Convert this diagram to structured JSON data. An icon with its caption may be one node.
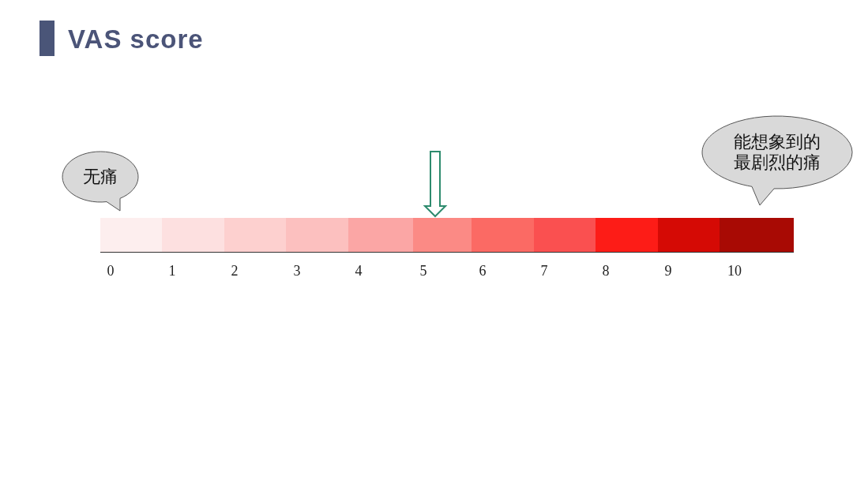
{
  "diagram": {
    "title": "VAS score",
    "nodes": [
      {
        "text": [
          "无痛"
        ]
      },
      {
        "text": [
          "能想象到的最剧烈的痛"
        ]
      },
      {
        "text": [],
        "shape": "bar"
      },
      {
        "text": [],
        "shape": "bar"
      },
      {
        "text": [],
        "shape": "bar"
      },
      {
        "text": [],
        "shape": "bar"
      },
      {
        "text": [],
        "shape": "bar"
      },
      {
        "text": [],
        "shape": "bar"
      },
      {
        "text": [],
        "shape": "bar"
      },
      {
        "text": [],
        "shape": "bar"
      },
      {
        "text": [],
        "shape": "bar"
      },
      {
        "text": [],
        "shape": "bar"
      },
      {
        "text": [],
        "shape": "bar"
      }
    ],
    "edges": [
      {
        "from": null,
        "to": 7,
        "arrow": "to"
      }
    ],
    "labels": [
      "0",
      "1",
      "2",
      "3",
      "4",
      "5",
      "6",
      "7",
      "8",
      "9",
      "10"
    ]
  }
}
